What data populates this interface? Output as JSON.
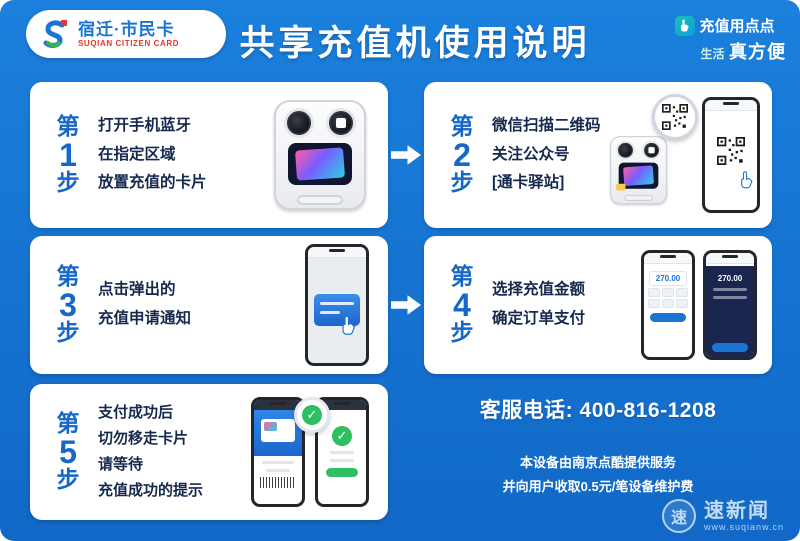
{
  "header": {
    "logo": {
      "brand_cn": "宿迁·市民卡",
      "brand_en": "SUQIAN CITIZEN CARD"
    },
    "title": "共享充值机使用说明",
    "slogan": {
      "line1": "充值用点点",
      "line2_prefix": "生活",
      "line2_emphasis": "真方便"
    }
  },
  "steps": [
    {
      "prefix": "第",
      "num": "1",
      "suffix": "步",
      "lines": [
        "打开手机蓝牙",
        "在指定区域",
        "放置充值的卡片"
      ]
    },
    {
      "prefix": "第",
      "num": "2",
      "suffix": "步",
      "lines": [
        "微信扫描二维码",
        "关注公众号",
        "[通卡驿站]"
      ]
    },
    {
      "prefix": "第",
      "num": "3",
      "suffix": "步",
      "lines": [
        "点击弹出的",
        "充值申请通知"
      ]
    },
    {
      "prefix": "第",
      "num": "4",
      "suffix": "步",
      "lines": [
        "选择充值金额",
        "确定订单支付"
      ],
      "screen_amount": "270.00"
    },
    {
      "prefix": "第",
      "num": "5",
      "suffix": "步",
      "lines": [
        "支付成功后",
        "切勿移走卡片",
        "请等待",
        "充值成功的提示"
      ]
    }
  ],
  "service": {
    "phone_label": "客服电话:",
    "phone_number": "400-816-1208",
    "note_line1": "本设备由南京点酷提供服务",
    "note_line2": "并向用户收取0.5元/笔设备维护费"
  },
  "watermark": {
    "logo_char": "速",
    "name": "速新闻",
    "url": "www.suqianw.cn"
  },
  "icons": {
    "check_glyph": "✓",
    "arrow_name": "arrow-right-icon",
    "hand_name": "hand-point-icon",
    "qr_name": "qr-code-icon"
  },
  "colors": {
    "background": "#1478d8",
    "accent_blue": "#1b74d2",
    "brand_red": "#e3372e",
    "success_green": "#2fbe62",
    "panel_dark": "#1a2550",
    "white": "#ffffff"
  }
}
